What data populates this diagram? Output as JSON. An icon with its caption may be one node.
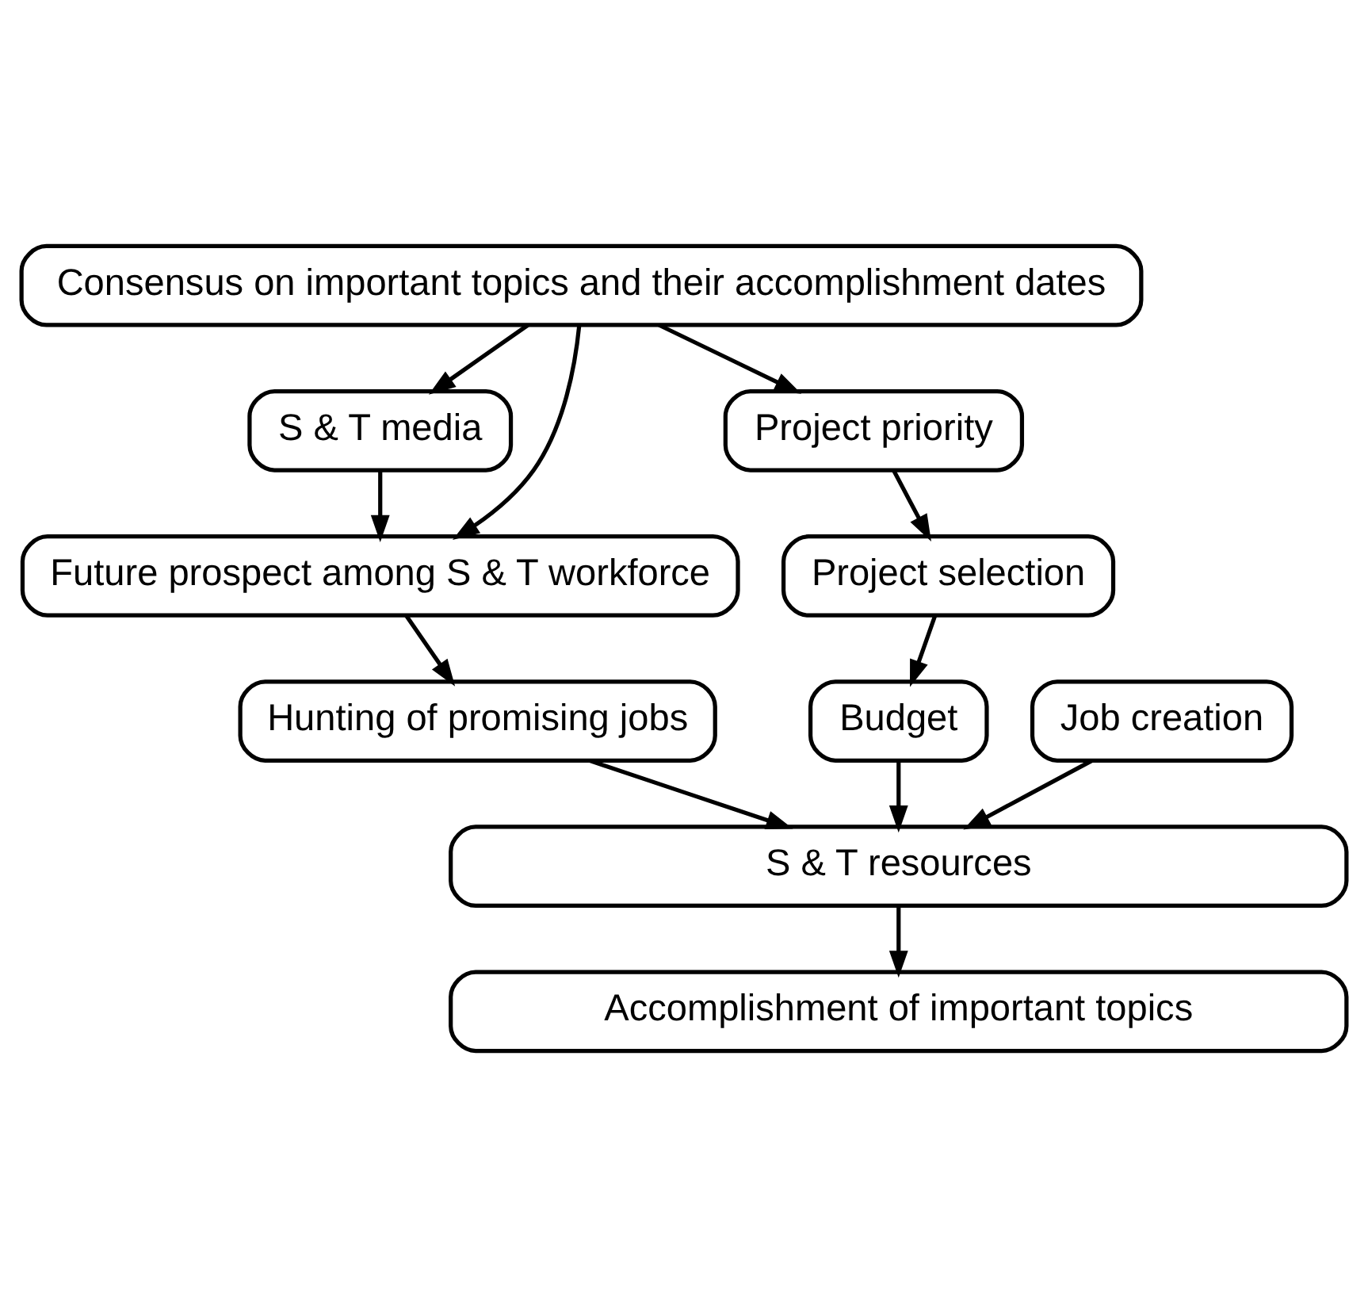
{
  "diagram": {
    "nodes": [
      {
        "text": [
          "Consensus on important topics and their accomplishment dates"
        ]
      },
      {
        "text": [
          "S & T media"
        ]
      },
      {
        "text": [
          "Project priority"
        ]
      },
      {
        "text": [
          "Future prospect among S & T workforce"
        ]
      },
      {
        "text": [
          "Project selection"
        ]
      },
      {
        "text": [
          "Hunting of promising jobs"
        ]
      },
      {
        "text": [
          "Job creation"
        ]
      },
      {
        "text": [
          "Budget"
        ]
      },
      {
        "text": [
          "S & T resources"
        ]
      },
      {
        "text": [
          "Accomplishment of important topics"
        ]
      }
    ],
    "edges": [
      {
        "from": 0,
        "to": 1,
        "arrow": "to"
      },
      {
        "from": 0,
        "to": 3,
        "arrow": "to"
      },
      {
        "from": 0,
        "to": 2,
        "arrow": "to"
      },
      {
        "from": 1,
        "to": 3,
        "arrow": "to"
      },
      {
        "from": 2,
        "to": 4,
        "arrow": "to"
      },
      {
        "from": 3,
        "to": 5,
        "arrow": "to"
      },
      {
        "from": 4,
        "to": 7,
        "arrow": "to"
      },
      {
        "from": 5,
        "to": 8,
        "arrow": "to"
      },
      {
        "from": 6,
        "to": 8,
        "arrow": "to"
      },
      {
        "from": 7,
        "to": 8,
        "arrow": "to"
      },
      {
        "from": 8,
        "to": 9,
        "arrow": "to"
      }
    ]
  }
}
